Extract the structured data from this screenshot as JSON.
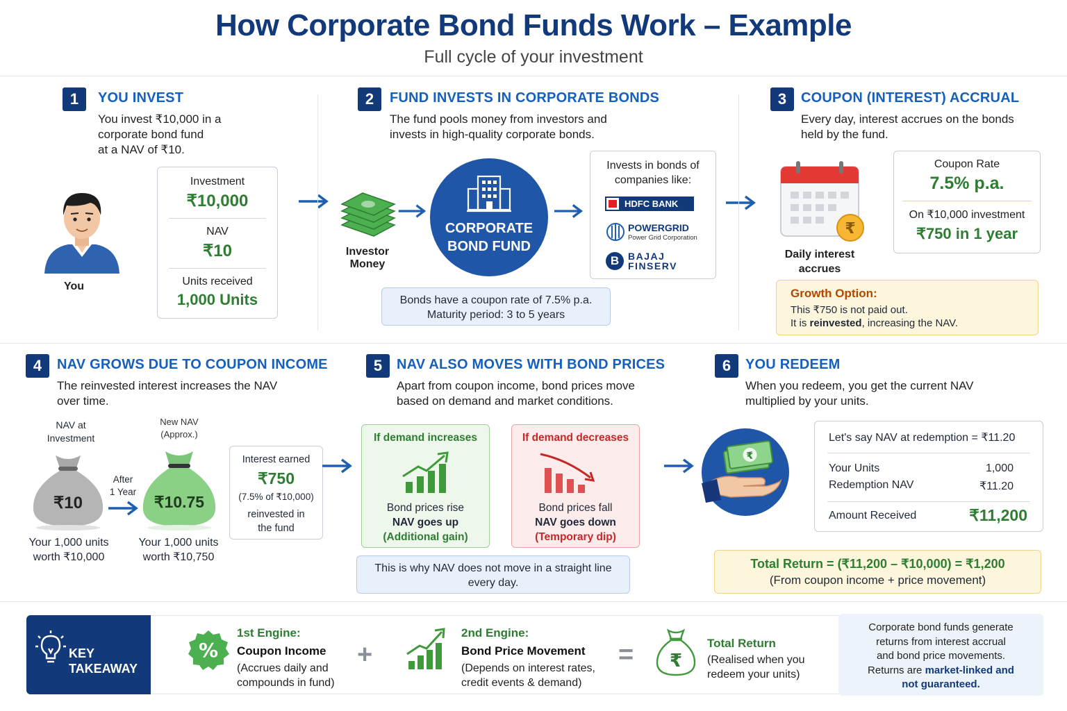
{
  "header": {
    "title": "How Corporate Bond Funds Work – Example",
    "subtitle": "Full cycle of your investment"
  },
  "step1": {
    "num": "1",
    "heading": "YOU INVEST",
    "desc_lines": [
      "You invest ₹10,000 in a",
      "corporate bond fund",
      "at a NAV of ₹10."
    ],
    "person_label": "You",
    "card": {
      "investment_label": "Investment",
      "investment_value": "₹10,000",
      "nav_label": "NAV",
      "nav_value": "₹10",
      "units_label": "Units received",
      "units_value": "1,000 Units"
    }
  },
  "step2": {
    "num": "2",
    "heading": "FUND INVESTS IN CORPORATE BONDS",
    "desc_lines": [
      "The fund pools money from investors and",
      "invests in high-quality corporate bonds."
    ],
    "money_label_lines": [
      "Investor",
      "Money"
    ],
    "fund_label_lines": [
      "CORPORATE",
      "BOND FUND"
    ],
    "companies_title_lines": [
      "Invests in bonds of",
      "companies like:"
    ],
    "companies": {
      "hdfc": "HDFC BANK",
      "powergrid": "POWERGRID",
      "powergrid_sub": "Power Grid Corporation",
      "bajaj_1": "BAJAJ",
      "bajaj_2": "FINSERV"
    },
    "note_lines": [
      "Bonds have a coupon rate of 7.5% p.a.",
      "Maturity period: 3 to 5 years"
    ]
  },
  "step3": {
    "num": "3",
    "heading": "COUPON (INTEREST) ACCRUAL",
    "desc_lines": [
      "Every day, interest accrues on the bonds",
      "held by the fund."
    ],
    "calendar_label_lines": [
      "Daily interest",
      "accrues"
    ],
    "coupon_label": "Coupon Rate",
    "coupon_value": "7.5% p.a.",
    "on_investment": "On ₹10,000 investment",
    "yearly_value": "₹750 in 1 year",
    "growth_title": "Growth Option:",
    "growth_line1": "This ₹750 is not paid out.",
    "growth_line2_a": "It is ",
    "growth_line2_b": "reinvested",
    "growth_line2_c": ", increasing the NAV."
  },
  "step4": {
    "num": "4",
    "heading": "NAV GROWS DUE TO COUPON INCOME",
    "desc_lines": [
      "The reinvested interest increases the NAV",
      "over time."
    ],
    "nav_at_investment_lines": [
      "NAV at",
      "Investment"
    ],
    "new_nav_lines": [
      "New NAV",
      "(Approx.)"
    ],
    "bag1_value": "₹10",
    "bag2_value": "₹10.75",
    "after_lines": [
      "After",
      "1 Year"
    ],
    "worth1_lines": [
      "Your 1,000 units",
      "worth ₹10,000"
    ],
    "worth2_lines": [
      "Your 1,000 units",
      "worth ₹10,750"
    ],
    "interest_label": "Interest earned",
    "interest_value": "₹750",
    "interest_sub": "(7.5% of ₹10,000)",
    "reinvested_lines": [
      "reinvested in",
      "the fund"
    ]
  },
  "step5": {
    "num": "5",
    "heading": "NAV ALSO MOVES WITH BOND PRICES",
    "desc_lines": [
      "Apart from coupon income, bond prices move",
      "based on demand and market conditions."
    ],
    "up_title": "If demand increases",
    "up_line1": "Bond prices rise",
    "up_line2": "NAV goes up",
    "up_line3": "(Additional gain)",
    "down_title": "If demand decreases",
    "down_line1": "Bond prices fall",
    "down_line2": "NAV goes down",
    "down_line3": "(Temporary dip)",
    "note_lines": [
      "This is why NAV does not move in a straight line",
      "every day."
    ]
  },
  "step6": {
    "num": "6",
    "heading": "YOU REDEEM",
    "desc_lines": [
      "When you redeem, you get the current NAV",
      "multiplied by your units."
    ],
    "card_title": "Let's say NAV at redemption = ₹11.20",
    "units_label": "Your Units",
    "units_value": "1,000",
    "red_nav_label": "Redemption NAV",
    "red_nav_value": "₹11.20",
    "amount_label": "Amount Received",
    "amount_value": "₹11,200",
    "total_line1": "Total Return = (₹11,200 – ₹10,000)  =  ₹1,200",
    "total_line2": "(From coupon income + price movement)"
  },
  "takeaway": {
    "key_lines": [
      "KEY",
      "TAKEAWAY"
    ],
    "engine1_title": "1st Engine:",
    "engine1_name": "Coupon Income",
    "engine1_desc_lines": [
      "(Accrues daily and",
      "compounds in fund)"
    ],
    "engine2_title": "2nd Engine:",
    "engine2_name": "Bond Price Movement",
    "engine2_desc_lines": [
      "(Depends on interest rates,",
      "credit events & demand)"
    ],
    "plus": "+",
    "equals": "=",
    "total_title": "Total Return",
    "total_desc_lines": [
      "(Realised when you",
      "redeem your units)"
    ],
    "summary_lines": [
      "Corporate bond funds generate",
      "returns from interest accrual",
      "and bond price movements."
    ],
    "summary_line4_a": "Returns are ",
    "summary_line4_b": "market-linked and",
    "summary_line5": "not guaranteed."
  },
  "colors": {
    "navy": "#123a7a",
    "blue": "#1560bd",
    "green": "#2e7d32",
    "red": "#c62828"
  }
}
